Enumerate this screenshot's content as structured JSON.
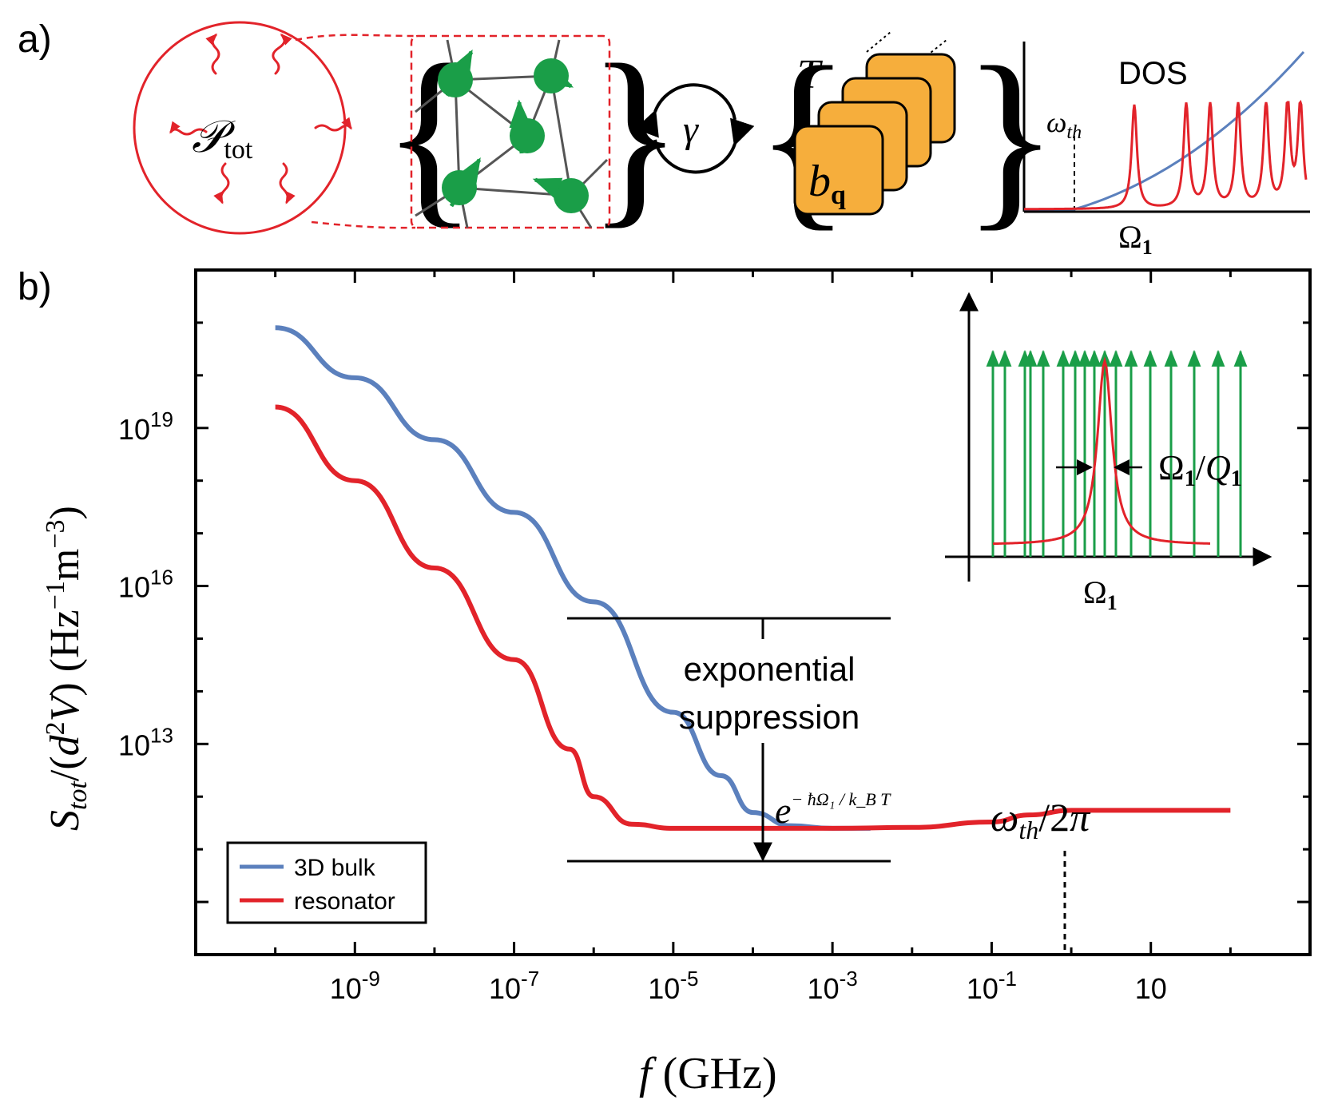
{
  "panel_a": {
    "label": "a)",
    "power_label": "𝒫",
    "power_sub": "tot",
    "gamma": "γ",
    "bath_T": "T",
    "bath_b": "b",
    "bath_sub": "q",
    "dos_label": "DOS",
    "wth_label": "ω",
    "wth_sub": "th",
    "omega1_label": "Ω",
    "omega1_sub": "1"
  },
  "panel_b": {
    "label": "b)",
    "annotation": [
      "exponential",
      "suppression"
    ],
    "exp_base": "e",
    "exp_power": "− ħΩ₁ / k_B T",
    "wth_marker": "ωth/2π",
    "inset_xlabel": "Ω₁",
    "inset_width_label": "Ω₁/Q₁"
  },
  "chart_data": {
    "type": "line",
    "xlabel": "f (GHz)",
    "ylabel": "Stot/(d²V) (Hz⁻¹m⁻³)",
    "x_scale": "log",
    "y_scale": "log",
    "xlim": [
      1e-11,
      1000
    ],
    "ylim": [
      1000000000.0,
      1e+22
    ],
    "x_ticks": [
      "10-9",
      "10-7",
      "10-5",
      "10-3",
      "10-1",
      "10"
    ],
    "y_ticks": [
      "1019",
      "1016",
      "1013"
    ],
    "legend": {
      "position": "bottom-left"
    },
    "series": [
      {
        "name": "3D bulk",
        "color": "#5b80bd",
        "x": [
          1e-10,
          1e-09,
          1e-08,
          1e-07,
          1e-06,
          1e-05,
          4e-05,
          0.0001,
          0.0003,
          0.001,
          0.003
        ],
        "y": [
          8e+20,
          9e+19,
          6e+18,
          2.5e+17,
          5000000000000000.0,
          40000000000000.0,
          2500000000000.0,
          500000000000.0,
          280000000000.0,
          250000000000.0,
          250000000000.0
        ]
      },
      {
        "name": "resonator",
        "color": "#e2232a",
        "x": [
          1e-10,
          1e-09,
          1e-08,
          1e-07,
          5e-07,
          1e-06,
          3e-06,
          1e-05,
          0.0001,
          0.001,
          0.01,
          0.1,
          0.3,
          1,
          10,
          100
        ],
        "y": [
          2.5e+19,
          1e+18,
          2.2e+16,
          400000000000000.0,
          8000000000000.0,
          1000000000000.0,
          300000000000.0,
          250000000000.0,
          250000000000.0,
          250000000000.0,
          260000000000.0,
          330000000000.0,
          450000000000.0,
          550000000000.0,
          550000000000.0,
          550000000000.0
        ]
      }
    ]
  },
  "colors": {
    "bulk": "#5b80bd",
    "resonator": "#e2232a",
    "modes": "#1a9e48",
    "bath_box": "#f6ae3c",
    "spin": "#1a9e48"
  }
}
